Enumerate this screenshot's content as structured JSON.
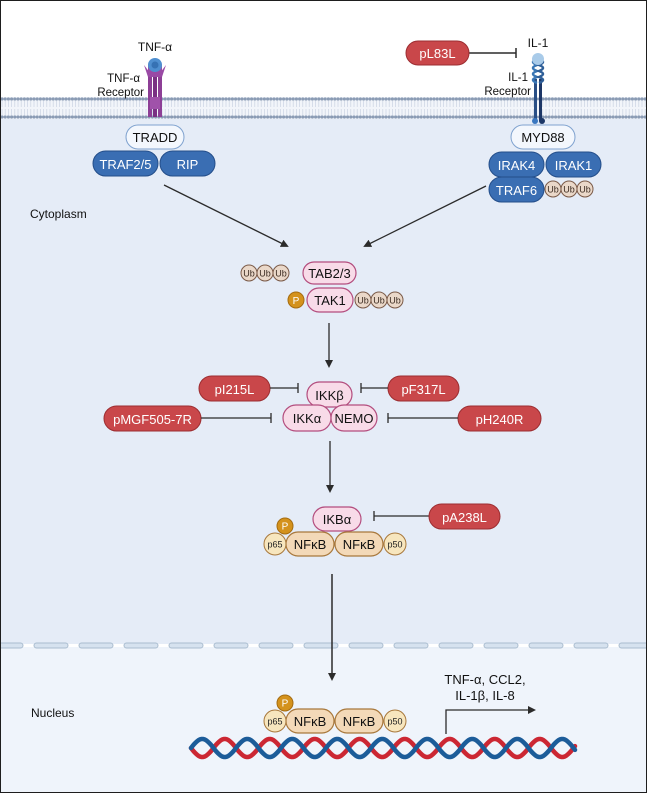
{
  "title": "NF-κB signaling pathway inhibition",
  "compartments": {
    "cytoplasm": "Cytoplasm",
    "nucleus": "Nucleus"
  },
  "receptors": {
    "tnf_ligand": "TNF-α",
    "tnf_receptor_line1": "TNF-α",
    "tnf_receptor_line2": "Receptor",
    "il1_ligand": "IL-1",
    "il1_receptor_line1": "IL-1",
    "il1_receptor_line2": "Receptor"
  },
  "adaptors": {
    "tradd": "TRADD",
    "traf25": "TRAF2/5",
    "rip": "RIP",
    "myd88": "MYD88",
    "irak4": "IRAK4",
    "irak1": "IRAK1",
    "traf6": "TRAF6"
  },
  "tak_complex": {
    "tab23": "TAB2/3",
    "tak1": "TAK1"
  },
  "ikk_complex": {
    "ikkb": "IKKβ",
    "ikka": "IKKα",
    "nemo": "NEMO"
  },
  "nfkb_complex": {
    "ikba": "IKBα",
    "nfkb": "NFκB",
    "p65": "p65",
    "p50": "p50"
  },
  "modifiers": {
    "ub": "Ub",
    "p": "P"
  },
  "inhibitors": {
    "pL83L": "pL83L",
    "pI215L": "pI215L",
    "pF317L": "pF317L",
    "pMGF505_7R": "pMGF505-7R",
    "pH240R": "pH240R",
    "pA238L": "pA238L"
  },
  "transcription": {
    "line1": "TNF-α, CCL2,",
    "line2": "IL-1β, IL-8"
  },
  "colors": {
    "inhibitor": "#c9474a",
    "adaptor_blue": "#3a6eb3",
    "pink_complex": "#f8dbe8",
    "nfkb_tan": "#f3d9b8",
    "phospho": "#d4921c",
    "ub_fill": "#ead8c9",
    "dna_red": "#cc2733",
    "dna_blue": "#1c5c99",
    "receptor_purple": "#8d3f96",
    "cytoplasm_bg": "#e5ecf7",
    "nucleus_bg": "#eff4fb"
  }
}
